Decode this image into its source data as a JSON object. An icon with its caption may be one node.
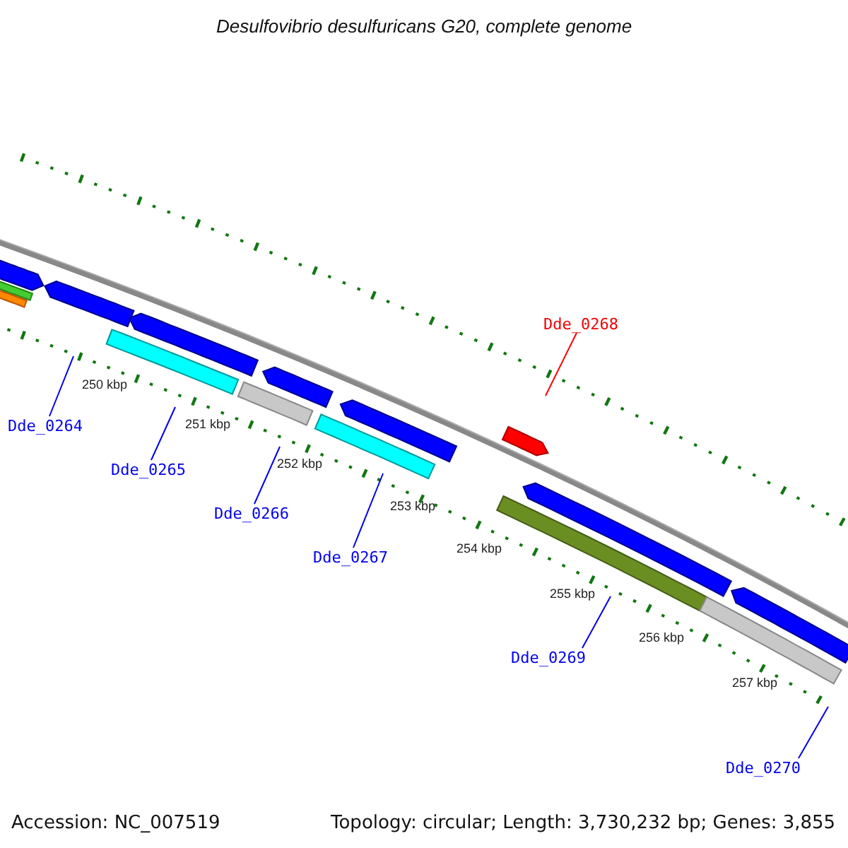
{
  "diagram": {
    "title": "Desulfovibrio desulfuricans G20, complete genome",
    "nodes": [
      {
        "text": [
          "Dde_0264"
        ]
      },
      {
        "text": [
          "Dde_0265"
        ]
      },
      {
        "text": [
          "Dde_0266"
        ]
      },
      {
        "text": [
          "Dde_0267"
        ]
      },
      {
        "text": [
          "Dde_0268"
        ]
      },
      {
        "text": [
          "Dde_0269"
        ]
      },
      {
        "text": [
          "Dde_0270"
        ]
      }
    ],
    "edges": [
      {
        "from": 0,
        "to": null,
        "arrow": "none"
      },
      {
        "from": 1,
        "to": null,
        "arrow": "none"
      },
      {
        "from": 2,
        "to": null,
        "arrow": "none"
      },
      {
        "from": 3,
        "to": null,
        "arrow": "none"
      },
      {
        "from": 4,
        "to": null,
        "arrow": "none",
        "color": "#ff0000"
      },
      {
        "from": 5,
        "to": null,
        "arrow": "none"
      },
      {
        "from": 6,
        "to": null,
        "arrow": "none"
      }
    ],
    "labels": [
      "250 kbp",
      "251 kbp",
      "252 kbp",
      "253 kbp",
      "254 kbp",
      "255 kbp",
      "256 kbp",
      "257 kbp",
      "Accession: NC_007519",
      "Topology: circular; Length: 3,730,232 bp; Genes: 3,855"
    ]
  }
}
